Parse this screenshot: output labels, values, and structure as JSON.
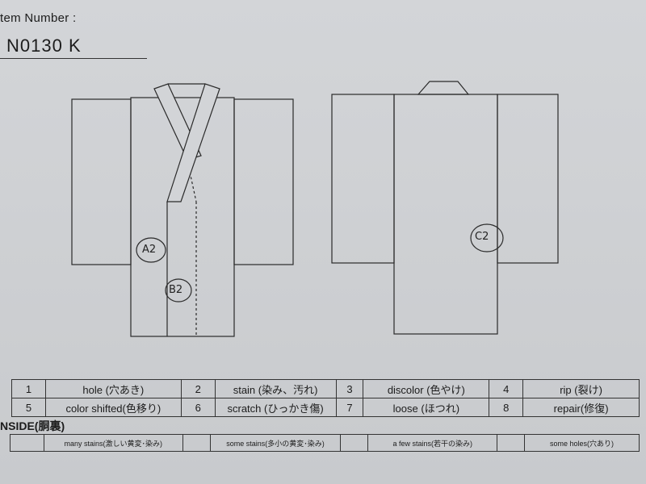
{
  "header": {
    "label": "tem Number :",
    "item_number": "N0130   K"
  },
  "diagram": {
    "front_marks": [
      {
        "id": "A2",
        "text": "A2"
      },
      {
        "id": "B2",
        "text": "B2"
      }
    ],
    "back_marks": [
      {
        "id": "C2",
        "text": "C2"
      }
    ]
  },
  "legend": {
    "row1": [
      {
        "num": "1",
        "label": "hole (穴あき)"
      },
      {
        "num": "2",
        "label": "stain (染み、汚れ)"
      },
      {
        "num": "3",
        "label": "discolor (色やけ)"
      },
      {
        "num": "4",
        "label": "rip (裂け)"
      }
    ],
    "row2": [
      {
        "num": "5",
        "label": "color shifted(色移り)"
      },
      {
        "num": "6",
        "label": "scratch (ひっかき傷)"
      },
      {
        "num": "7",
        "label": "loose (ほつれ)"
      },
      {
        "num": "8",
        "label": "repair(修復)"
      }
    ]
  },
  "inside": {
    "title": "NSIDE(胴裏)",
    "items": [
      {
        "label": "many stains(激しい黄変･染み)"
      },
      {
        "label": "some stains(多小の黄変･染み)"
      },
      {
        "label": "a few stains(若干の染み)"
      },
      {
        "label": "some holes(穴あり)"
      }
    ]
  }
}
